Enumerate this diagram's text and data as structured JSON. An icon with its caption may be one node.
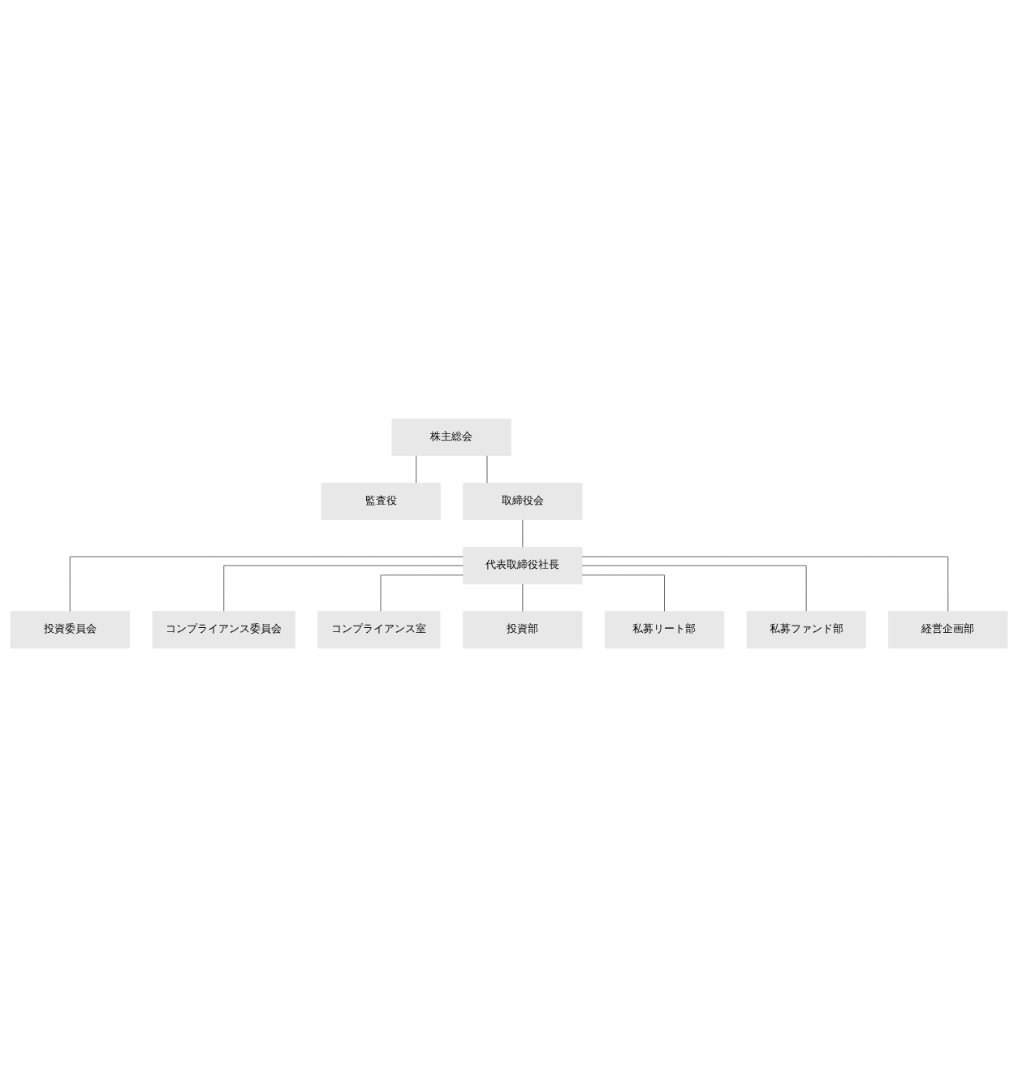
{
  "diagram": {
    "nodes": [
      {
        "text": [
          "株主総会"
        ]
      },
      {
        "text": [
          "監査役"
        ]
      },
      {
        "text": [
          "取締役会"
        ]
      },
      {
        "text": [
          "代表取締役社長"
        ]
      },
      {
        "text": [
          "投資委員会"
        ]
      },
      {
        "text": [
          "コンプライアンス委員会"
        ]
      },
      {
        "text": [
          "コンプライアンス室"
        ]
      },
      {
        "text": [
          "投資部"
        ]
      },
      {
        "text": [
          "私募リート部"
        ]
      },
      {
        "text": [
          "私募ファンド部"
        ]
      },
      {
        "text": [
          "経営企画部"
        ]
      }
    ],
    "edges": [
      {
        "from": 0,
        "to": 1,
        "arrow": "none"
      },
      {
        "from": 0,
        "to": 2,
        "arrow": "none"
      },
      {
        "from": 2,
        "to": 3,
        "arrow": "none"
      },
      {
        "from": 3,
        "to": 4,
        "arrow": "none"
      },
      {
        "from": 3,
        "to": 5,
        "arrow": "none"
      },
      {
        "from": 3,
        "to": 6,
        "arrow": "none"
      },
      {
        "from": 3,
        "to": 7,
        "arrow": "none"
      },
      {
        "from": 3,
        "to": 8,
        "arrow": "none"
      },
      {
        "from": 3,
        "to": 9,
        "arrow": "none"
      },
      {
        "from": 3,
        "to": 10,
        "arrow": "none"
      }
    ]
  }
}
